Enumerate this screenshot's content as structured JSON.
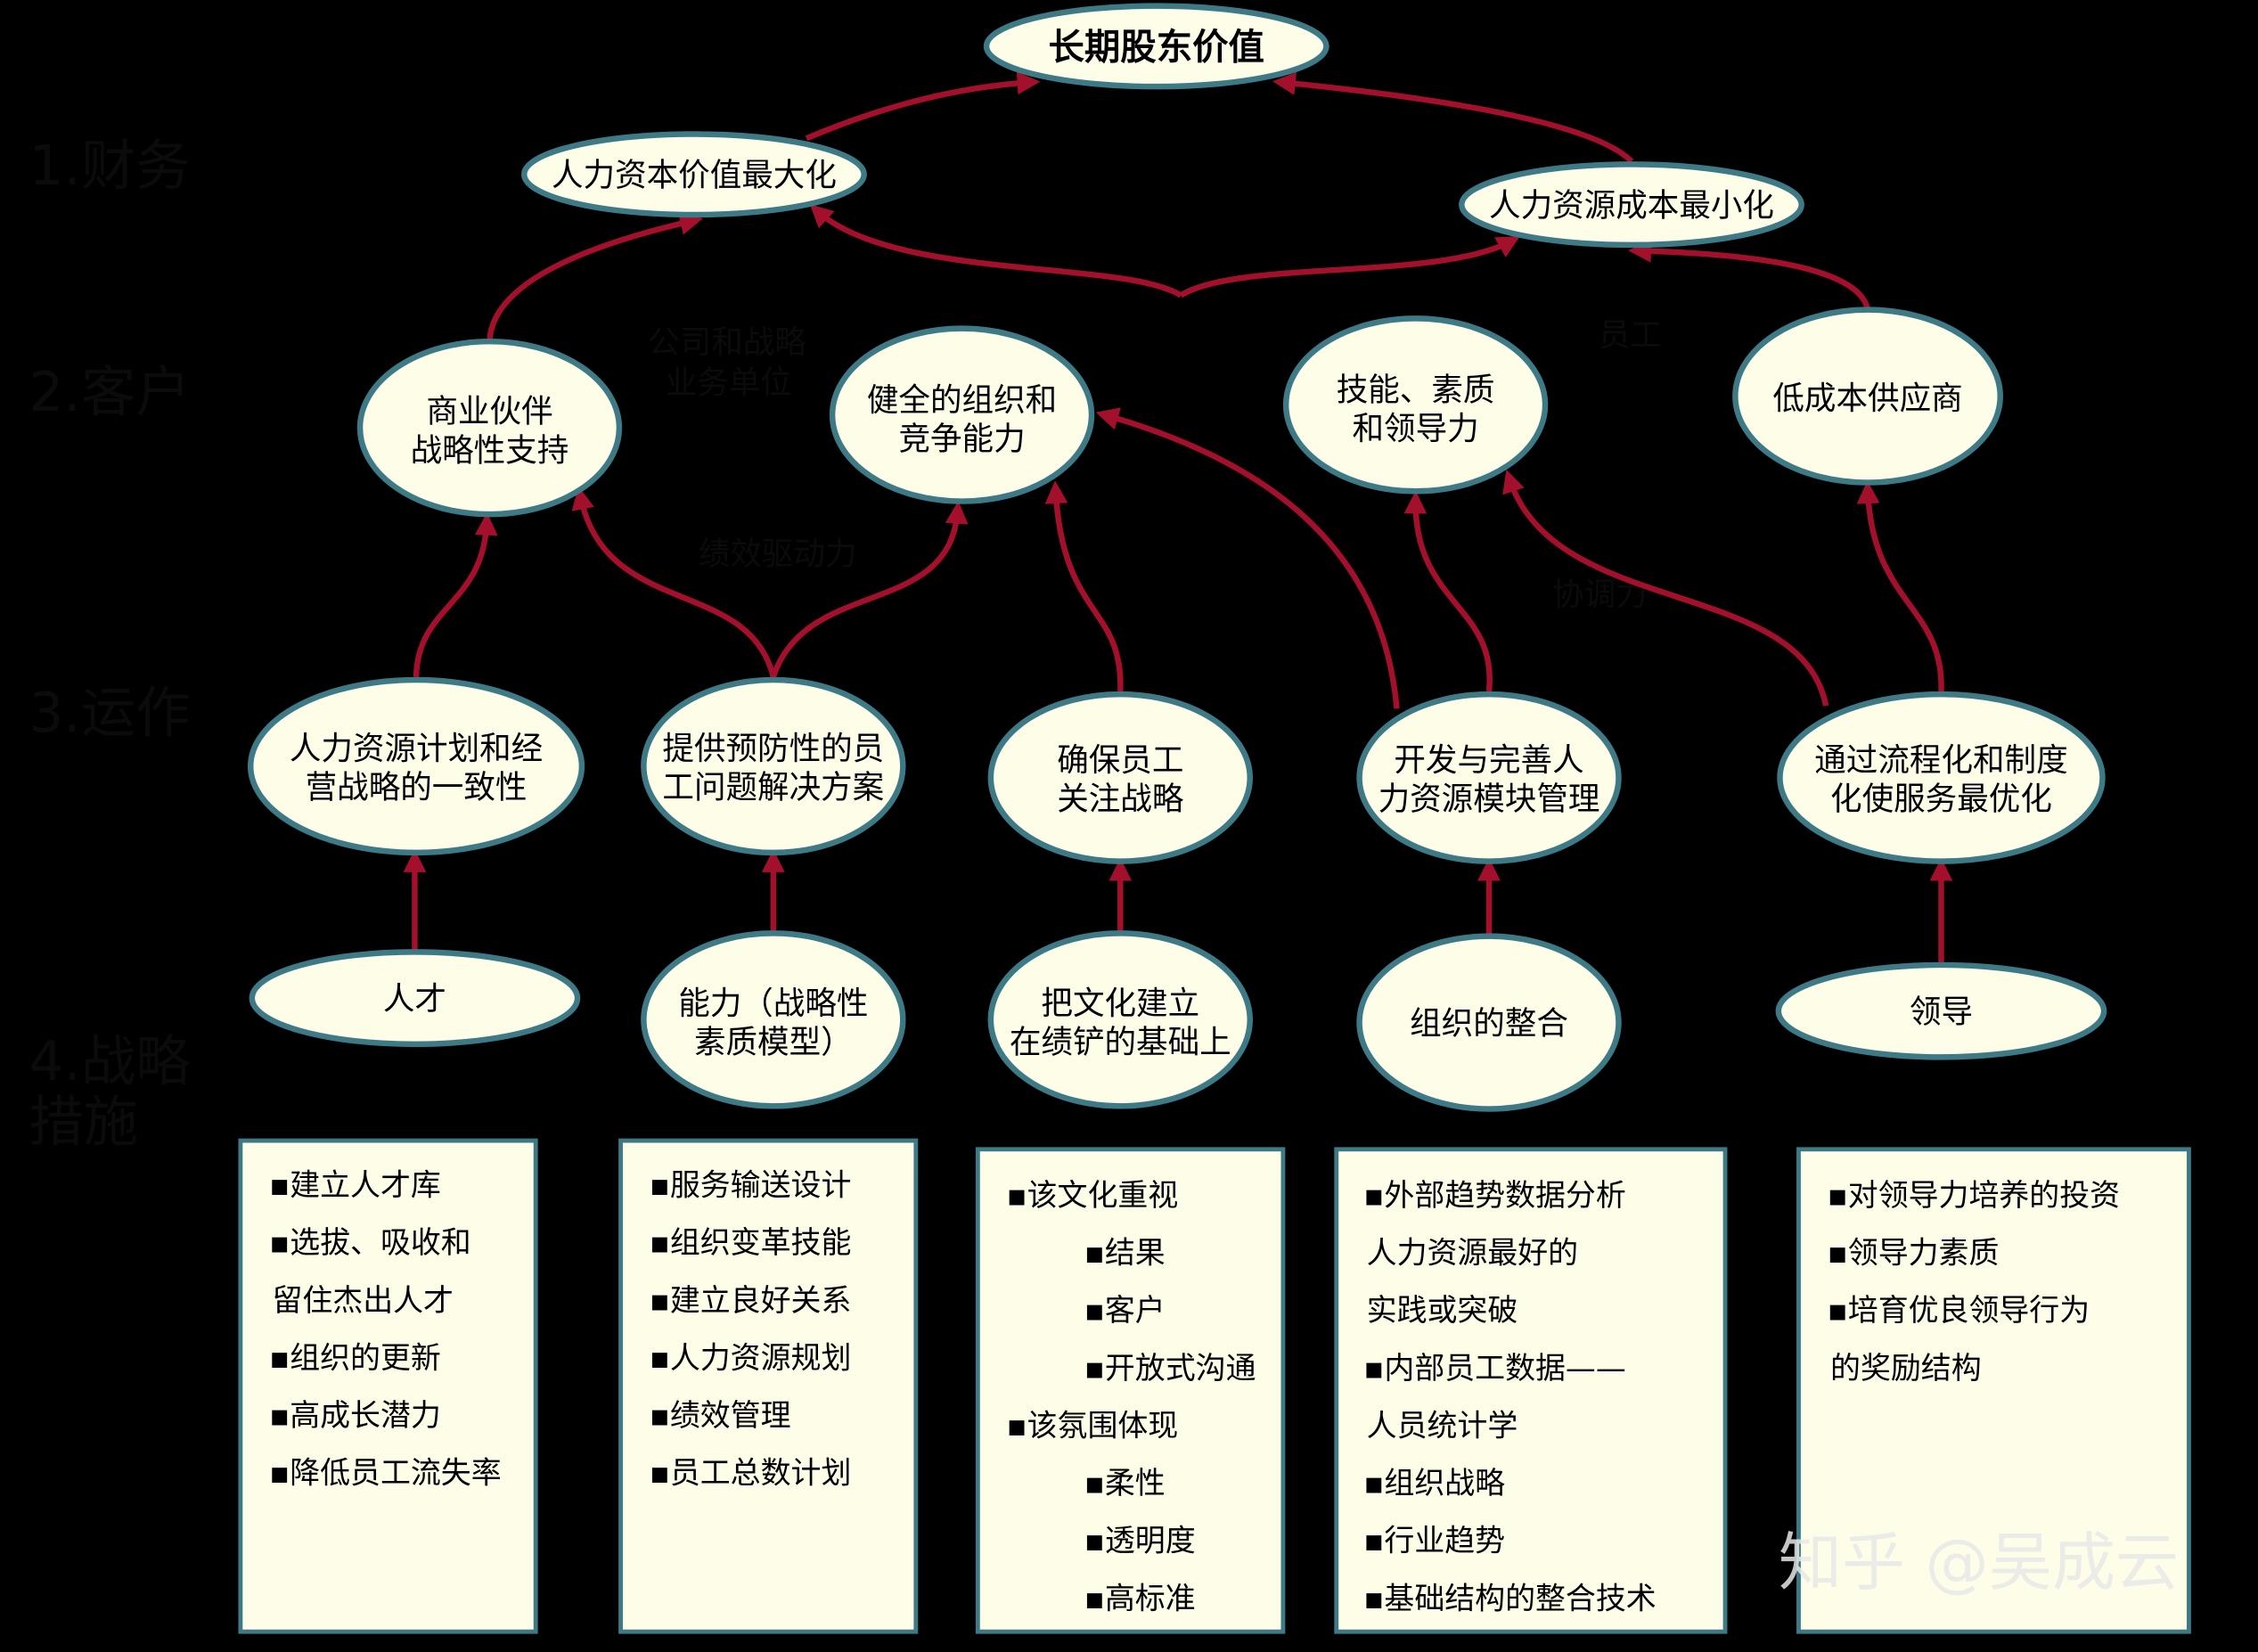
{
  "colors": {
    "background": "#000000",
    "node_fill": "#fdfde8",
    "node_border": "#3d7a86",
    "arrow": "#a3102c"
  },
  "levels": {
    "financial": "1.财务",
    "customer": "2.客户",
    "operations": "3.运作",
    "strategy_1": "4.战略",
    "strategy_2": "措施"
  },
  "side_labels": {
    "company_1": "公司和战略",
    "company_2": "业务单位",
    "performance": "绩效驱动力",
    "employee": "员工",
    "coordination": "协调力"
  },
  "nodes": {
    "top": "长期股东价值",
    "hc_max": "人力资本价值最大化",
    "hr_cost_min": "人力资源成本最小化",
    "partner_1": "商业伙伴",
    "partner_2": "战略性支持",
    "org_1": "健全的组织和",
    "org_2": "竞争能力",
    "skill_1": "技能、素质",
    "skill_2": "和领导力",
    "lowcost": "低成本供应商",
    "plan_1": "人力资源计划和经",
    "plan_2": "营战略的一致性",
    "prevent_1": "提供预防性的员",
    "prevent_2": "工问题解决方案",
    "focus_1": "确保员工",
    "focus_2": "关注战略",
    "develop_1": "开发与完善人",
    "develop_2": "力资源模块管理",
    "process_1": "通过流程化和制度",
    "process_2": "化使服务最优化",
    "talent": "人才",
    "ability_1": "能力（战略性",
    "ability_2": "素质模型）",
    "culture_1": "把文化建立",
    "culture_2": "在绩铲的基础上",
    "integration": "组织的整合",
    "leadership": "领导"
  },
  "boxes": [
    {
      "lines": [
        "▪建立人才库",
        "▪选拔、吸收和",
        "留住杰出人才",
        "▪组织的更新",
        "▪高成长潜力",
        "▪降低员工流失率"
      ]
    },
    {
      "lines": [
        "▪服务输送设计",
        "▪组织变革技能",
        "▪建立良好关系",
        "▪人力资源规划",
        "▪绩效管理",
        "▪员工总数计划"
      ]
    },
    {
      "lines": [
        "▪该文化重视",
        "▪结果",
        "▪客户",
        "▪开放式沟通",
        "▪该氛围体现",
        "▪柔性",
        "▪透明度",
        "▪高标准"
      ]
    },
    {
      "lines": [
        "▪外部趋势数据分析",
        "人力资源最好的",
        "实践或突破",
        "▪内部员工数据——",
        "人员统计学",
        "▪组织战略",
        "▪行业趋势",
        "▪基础结构的整合技术"
      ]
    },
    {
      "lines": [
        "▪对领导力培养的投资",
        "▪领导力素质",
        "▪培育优良领导行为",
        "的奖励结构"
      ]
    }
  ],
  "watermark": "知乎 @吴成云"
}
